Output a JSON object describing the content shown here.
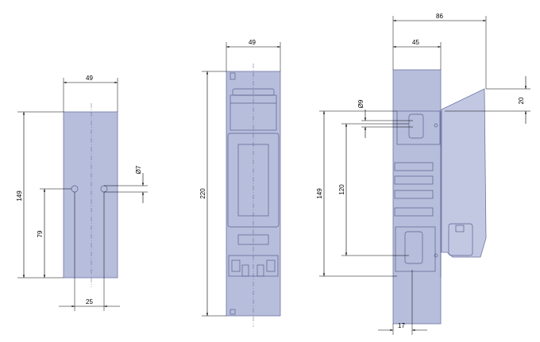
{
  "colors": {
    "body_fill": "#b7bedb",
    "outline": "#6c74a3",
    "dimension_lines": "#000000"
  },
  "dimensions": {
    "front_width": "49",
    "front_height": "149",
    "hole_height": "79",
    "hole_spacing": "25",
    "hole_diameter": "Ø7",
    "middle_width": "49",
    "middle_height": "220",
    "side_depth_total": "86",
    "side_depth_body": "45",
    "side_top_offset": "20",
    "side_hole_diameter": "Ø9",
    "side_height": "149",
    "side_hole_spacing": "120",
    "side_bottom_offset": "17"
  }
}
